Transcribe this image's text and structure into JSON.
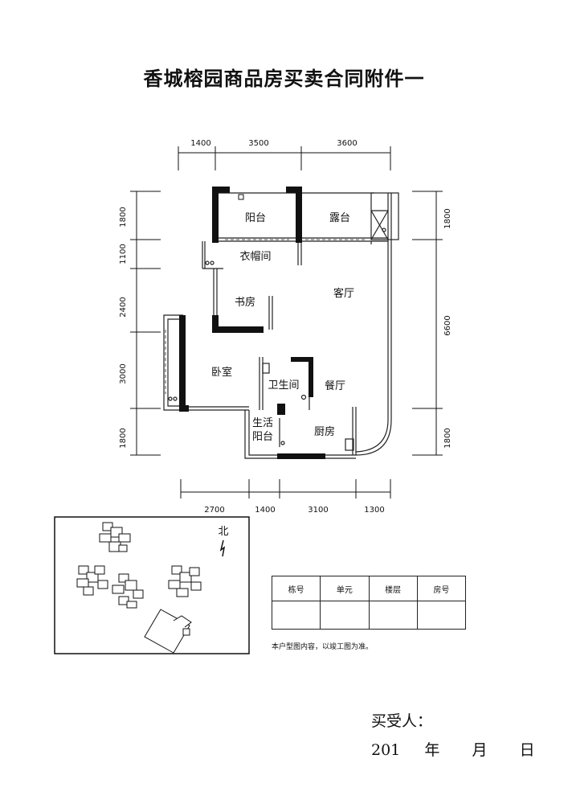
{
  "title": "香城榕园商品房买卖合同附件一",
  "rooms": {
    "balcony": "阳台",
    "terrace": "露台",
    "cloakroom": "衣帽间",
    "living_room": "客厅",
    "study": "书房",
    "bedroom": "卧室",
    "bathroom": "卫生间",
    "dining_room": "餐厅",
    "service_balcony_line1": "生活",
    "service_balcony_line2": "阳台",
    "kitchen": "厨房"
  },
  "dimensions": {
    "top": [
      "1400",
      "3500",
      "3600"
    ],
    "bottom": [
      "2700",
      "1400",
      "3100",
      "1300"
    ],
    "left": [
      "1800",
      "1100",
      "2400",
      "3000",
      "1800"
    ],
    "right": [
      "1800",
      "6600",
      "1800"
    ]
  },
  "site_map": {
    "north_label": "北"
  },
  "info_table": {
    "headers": [
      "栋号",
      "单元",
      "楼层",
      "房号"
    ],
    "values": [
      "",
      "",
      "",
      ""
    ]
  },
  "note": "本户型图内容，以竣工图为准。",
  "signature": {
    "buyer_label": "买受人：",
    "year_prefix": "201",
    "year_label": "年",
    "month_label": "月",
    "day_label": "日"
  }
}
